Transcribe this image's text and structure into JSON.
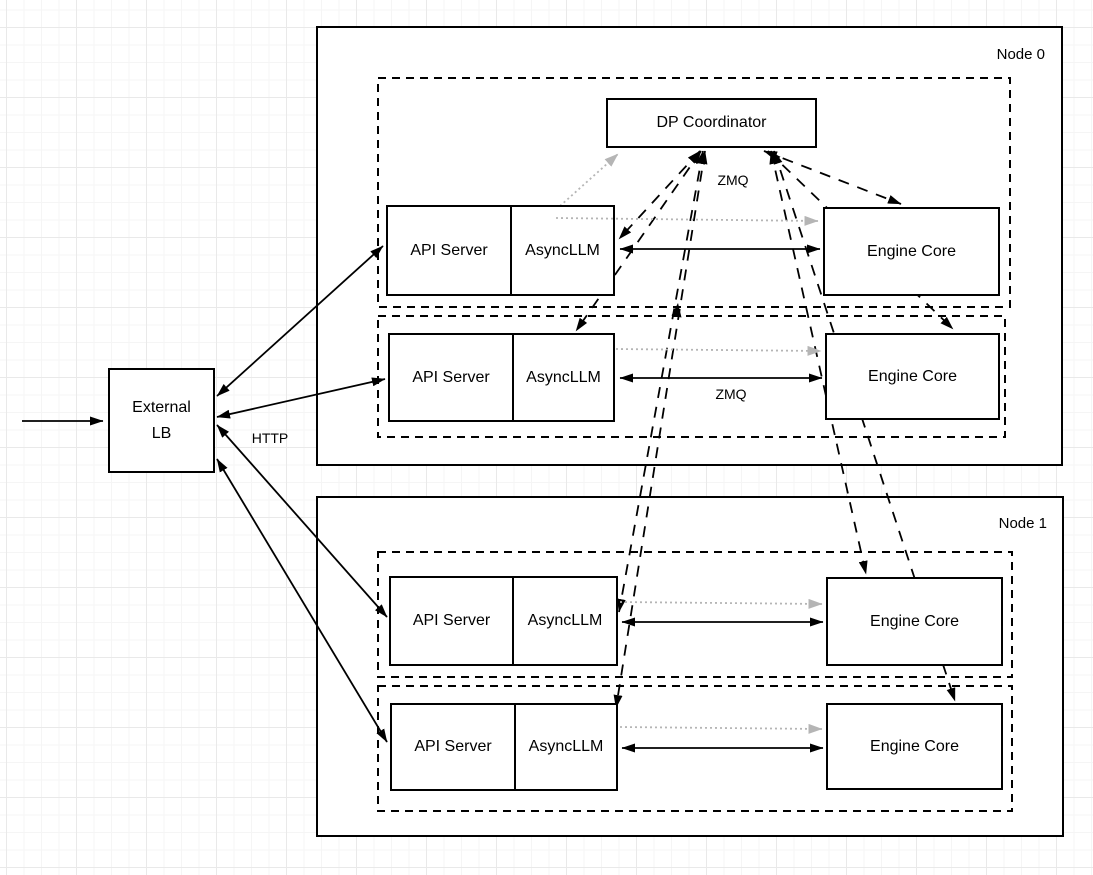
{
  "diagram_title": "",
  "colors": {
    "stroke": "#000000",
    "gray_link": "#b5b5b5",
    "box_fill": "#ffffff"
  },
  "external": {
    "lb_line1": "External",
    "lb_line2": "LB"
  },
  "edge_labels": {
    "http": "HTTP",
    "zmq_coordinator": "ZMQ",
    "zmq_engine": "ZMQ"
  },
  "nodes": [
    {
      "label": "Node 0",
      "coordinator": "DP Coordinator",
      "rows": [
        {
          "api": "API Server",
          "asyncllm": "AsyncLLM",
          "engine": "Engine Core"
        },
        {
          "api": "API Server",
          "asyncllm": "AsyncLLM",
          "engine": "Engine Core"
        }
      ]
    },
    {
      "label": "Node 1",
      "rows": [
        {
          "api": "API Server",
          "asyncllm": "AsyncLLM",
          "engine": "Engine Core"
        },
        {
          "api": "API Server",
          "asyncllm": "AsyncLLM",
          "engine": "Engine Core"
        }
      ]
    }
  ],
  "connections": [
    {
      "from": "client",
      "to": "external-lb",
      "style": "solid-arrow"
    },
    {
      "from": "external-lb",
      "to": "api-server-n0-r0",
      "style": "solid-bidirectional",
      "label": "HTTP"
    },
    {
      "from": "external-lb",
      "to": "api-server-n0-r1",
      "style": "solid-bidirectional",
      "label": "HTTP"
    },
    {
      "from": "external-lb",
      "to": "api-server-n1-r0",
      "style": "solid-bidirectional",
      "label": "HTTP"
    },
    {
      "from": "external-lb",
      "to": "api-server-n1-r1",
      "style": "solid-bidirectional",
      "label": "HTTP"
    },
    {
      "from": "asyncllm-n0-r0",
      "to": "engine-core-n0-r0",
      "style": "solid-bidirectional",
      "label": "ZMQ"
    },
    {
      "from": "asyncllm-n0-r1",
      "to": "engine-core-n0-r1",
      "style": "solid-bidirectional",
      "label": "ZMQ"
    },
    {
      "from": "asyncllm-n1-r0",
      "to": "engine-core-n1-r0",
      "style": "solid-bidirectional",
      "label": "ZMQ"
    },
    {
      "from": "asyncllm-n1-r1",
      "to": "engine-core-n1-r1",
      "style": "solid-bidirectional",
      "label": "ZMQ"
    },
    {
      "from": "asyncllm-n0-r0",
      "to": "engine-core-n0-r0",
      "style": "gray-dotted-arrow"
    },
    {
      "from": "asyncllm-n0-r1",
      "to": "engine-core-n0-r1",
      "style": "gray-dotted-arrow"
    },
    {
      "from": "asyncllm-n1-r0",
      "to": "engine-core-n1-r0",
      "style": "gray-dotted-arrow"
    },
    {
      "from": "asyncllm-n1-r1",
      "to": "engine-core-n1-r1",
      "style": "gray-dotted-arrow"
    },
    {
      "from": "asyncllm-n0-r0",
      "to": "dp-coordinator",
      "style": "gray-dotted-arrow"
    },
    {
      "from": "dp-coordinator",
      "to": "asyncllm-n0-r0",
      "style": "dashed-bidirectional",
      "label": "ZMQ"
    },
    {
      "from": "dp-coordinator",
      "to": "asyncllm-n0-r1",
      "style": "dashed-bidirectional",
      "label": "ZMQ"
    },
    {
      "from": "dp-coordinator",
      "to": "asyncllm-n1-r0",
      "style": "dashed-bidirectional",
      "label": "ZMQ"
    },
    {
      "from": "dp-coordinator",
      "to": "asyncllm-n1-r1",
      "style": "dashed-bidirectional",
      "label": "ZMQ"
    },
    {
      "from": "dp-coordinator",
      "to": "engine-core-n0-r0",
      "style": "dashed-bidirectional",
      "label": "ZMQ"
    },
    {
      "from": "dp-coordinator",
      "to": "engine-core-n0-r1",
      "style": "dashed-bidirectional",
      "label": "ZMQ"
    },
    {
      "from": "dp-coordinator",
      "to": "engine-core-n1-r0",
      "style": "dashed-bidirectional",
      "label": "ZMQ"
    },
    {
      "from": "dp-coordinator",
      "to": "engine-core-n1-r1",
      "style": "dashed-bidirectional",
      "label": "ZMQ"
    }
  ]
}
